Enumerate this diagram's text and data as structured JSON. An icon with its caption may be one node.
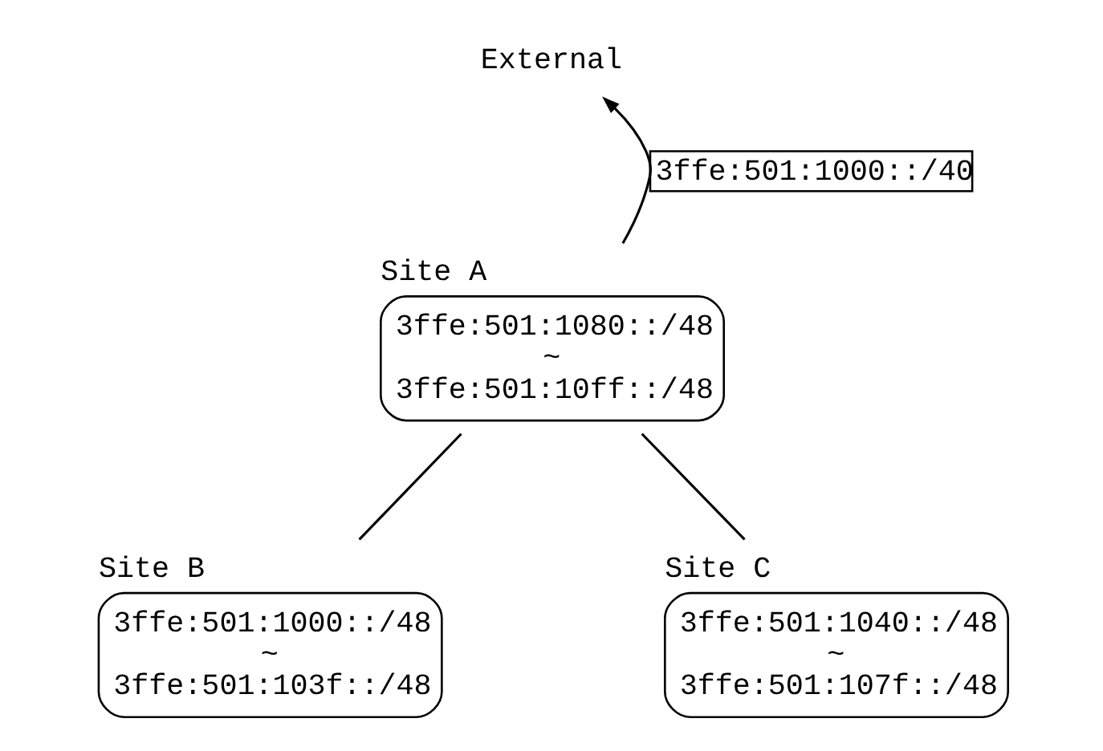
{
  "diagram": {
    "nodes": [
      {
        "text": [
          "External"
        ]
      },
      {
        "text": [
          "Site A",
          "3ffe:501:1080::/48 ~ 3ffe:501:10ff::/48"
        ]
      },
      {
        "text": [
          "Site B",
          "3ffe:501:1000::/48 ~ 3ffe:501:103f::/48"
        ]
      },
      {
        "text": [
          "Site C",
          "3ffe:501:1040::/48 ~ 3ffe:501:107f::/48"
        ]
      }
    ],
    "edges": [
      {
        "from": 1,
        "to": 0,
        "arrow": "to",
        "label": "3ffe:501:1000::/40"
      },
      {
        "from": 1,
        "to": 2,
        "arrow": "none"
      },
      {
        "from": 1,
        "to": 3,
        "arrow": "none"
      }
    ]
  }
}
